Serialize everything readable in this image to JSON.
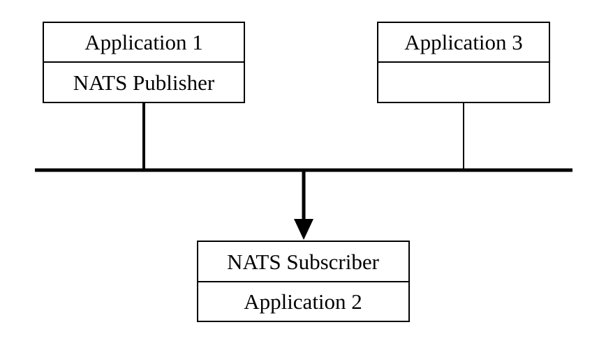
{
  "nodes": {
    "app1": {
      "title": "Application 1",
      "role": "NATS Publisher"
    },
    "app3": {
      "title": "Application 3",
      "role": ""
    },
    "app2": {
      "title": "Application 2",
      "role": "NATS Subscriber"
    }
  },
  "edges": [
    {
      "from": "app1",
      "to": "bus",
      "arrow": false
    },
    {
      "from": "app3",
      "to": "bus",
      "arrow": false
    },
    {
      "from": "bus",
      "to": "app2",
      "arrow": true
    }
  ],
  "colors": {
    "stroke": "#000000",
    "background": "#ffffff"
  }
}
